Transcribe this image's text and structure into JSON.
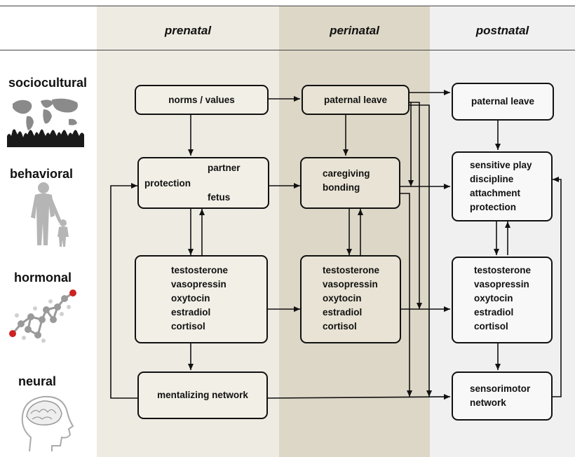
{
  "phases": {
    "prenatal": "prenatal",
    "perinatal": "perinatal",
    "postnatal": "postnatal"
  },
  "levels": {
    "sociocultural": "sociocultural",
    "behavioral": "behavioral",
    "hormonal": "hormonal",
    "neural": "neural"
  },
  "boxes": {
    "norms": "norms / values",
    "paternal_leave_peri": "paternal leave",
    "paternal_leave_post": "paternal leave",
    "protection": {
      "label": "protection",
      "partner": "partner",
      "fetus": "fetus"
    },
    "caregiving": [
      "caregiving",
      "bonding"
    ],
    "post_behavior": [
      "sensitive play",
      "discipline",
      "attachment",
      "protection"
    ],
    "hormones_pre": [
      "testosterone",
      "vasopressin",
      "oxytocin",
      "estradiol",
      "cortisol"
    ],
    "hormones_peri": [
      "testosterone",
      "vasopressin",
      "oxytocin",
      "estradiol",
      "cortisol"
    ],
    "hormones_post": [
      "testosterone",
      "vasopressin",
      "oxytocin",
      "estradiol",
      "cortisol"
    ],
    "mentalizing": "mentalizing network",
    "sensorimotor": [
      "sensorimotor",
      "network"
    ]
  },
  "icons": {
    "sociocultural": "world-map-crowd-icon",
    "behavioral": "father-child-silhouette-icon",
    "hormonal": "molecule-model-icon",
    "neural": "brain-head-icon"
  },
  "colors": {
    "prenatal_band": "#eeebe2",
    "perinatal_band": "#ddd7c7",
    "postnatal_band": "#f0f0f0",
    "stroke": "#111111"
  }
}
